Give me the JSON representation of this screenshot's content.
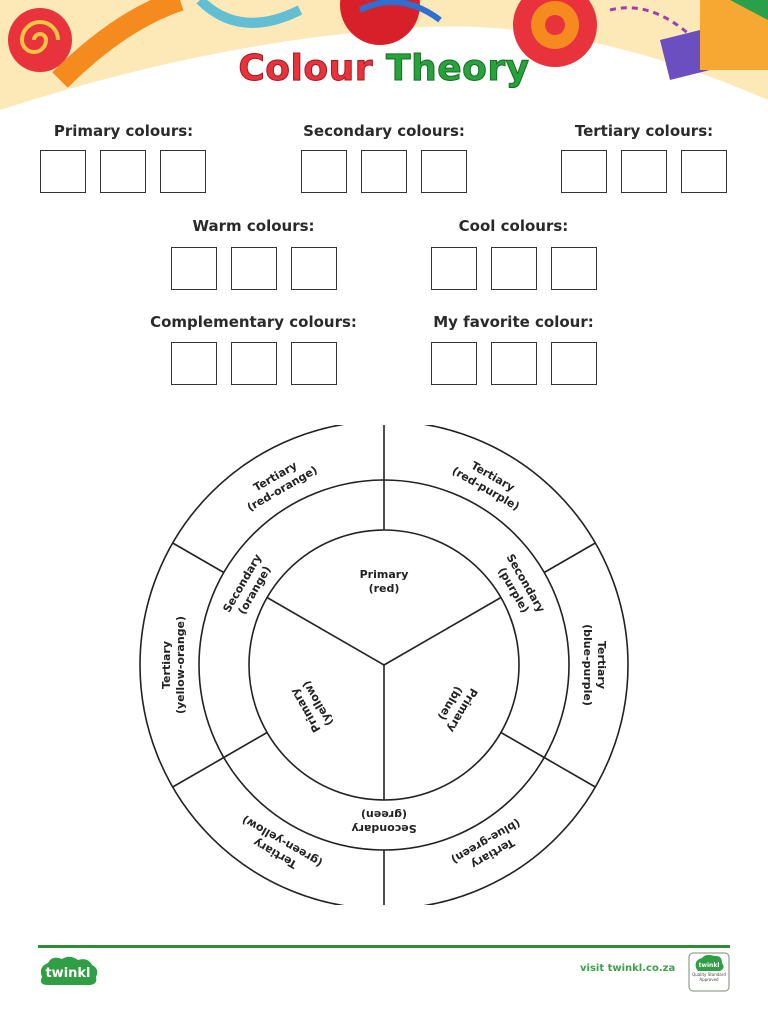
{
  "title": {
    "word1": "Colour",
    "word2": "Theory"
  },
  "groups": {
    "primary": "Primary colours:",
    "secondary": "Secondary colours:",
    "tertiary": "Tertiary colours:",
    "warm": "Warm colours:",
    "cool": "Cool colours:",
    "complementary": "Complementary colours:",
    "favorite": "My favorite colour:"
  },
  "wheel": {
    "inner": [
      {
        "name": "Primary",
        "sub": "(red)"
      },
      {
        "name": "Primary",
        "sub": "(blue)"
      },
      {
        "name": "Primary",
        "sub": "(yellow)"
      }
    ],
    "middle": [
      {
        "name": "Secondary",
        "sub": "(purple)"
      },
      {
        "name": "Secondary",
        "sub": "(green)"
      },
      {
        "name": "Secondary",
        "sub": "(orange)"
      }
    ],
    "outer": [
      {
        "name": "Tertiary",
        "sub": "(red-purple)"
      },
      {
        "name": "Tertiary",
        "sub": "(blue-purple)"
      },
      {
        "name": "Tertiary",
        "sub": "(blue-green)"
      },
      {
        "name": "Tertiary",
        "sub": "(green-yellow)"
      },
      {
        "name": "Tertiary",
        "sub": "(yellow-orange)"
      },
      {
        "name": "Tertiary",
        "sub": "(red-orange)"
      }
    ]
  },
  "footer": {
    "logo": "twinkl",
    "visit": "visit twinkl.co.za",
    "badge_brand": "twinkl",
    "badge_text": "Quality Standard Approved"
  },
  "colors": {
    "title_red": "#e8323c",
    "title_green": "#27a23c",
    "footer_green": "#2f8a3a"
  }
}
